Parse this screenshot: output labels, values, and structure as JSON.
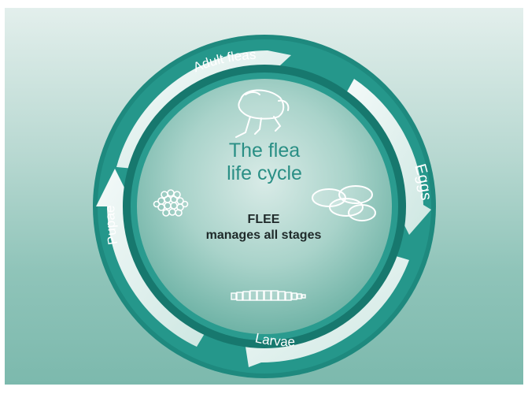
{
  "diagram": {
    "title_line1": "The flea",
    "title_line2": "life cycle",
    "brand": "FLEE",
    "tagline": "manages all stages",
    "stages": {
      "adult": "Adult fleas",
      "eggs": "Eggs",
      "larvae": "Larvae",
      "pupae": "Pupae"
    },
    "colors": {
      "ring": "#1f8a7f",
      "ring_dark": "#106d63",
      "arrow_light": "#f4faf8",
      "title": "#2a8f85"
    },
    "icons": [
      "adult-flea-icon",
      "eggs-icon",
      "larva-icon",
      "pupa-icon"
    ]
  }
}
